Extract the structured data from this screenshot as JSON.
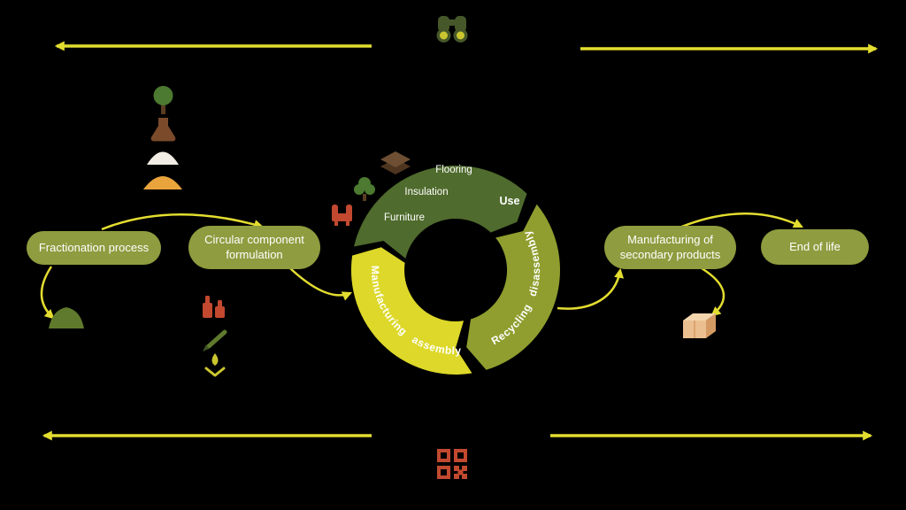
{
  "pills": {
    "fractionation": "Fractionation process",
    "circular": "Circular component formulation",
    "secondary": "Manufacturing of secondary products",
    "end_of_life": "End of life"
  },
  "donut": {
    "use_label": "Use",
    "use_items": [
      "Flooring",
      "Insulation",
      "Furniture"
    ],
    "recycling_label": "Recycling disassembly",
    "manufacturing_label": "Manufacturing assembly"
  },
  "colors": {
    "background": "#000000",
    "pill_green": "#8f9c3f",
    "use_dark_green": "#4f6b2d",
    "recycling_olive": "#8f9e2e",
    "manufacturing_yellow": "#ddd829",
    "arrow_yellow": "#e3dd30",
    "accent_red": "#c2492f",
    "wood_brown": "#6e4f33",
    "white_text": "#ffffff"
  },
  "icons": [
    "binoculars-icon",
    "tree-icon",
    "flask-icon",
    "white-powder-icon",
    "orange-powder-icon",
    "biomass-mound-icon",
    "flooring-icon",
    "insulation-tree-icon",
    "furniture-chair-icon",
    "bottles-icon",
    "pen-icon",
    "sprout-icon",
    "box-icon",
    "qr-pattern-icon"
  ]
}
